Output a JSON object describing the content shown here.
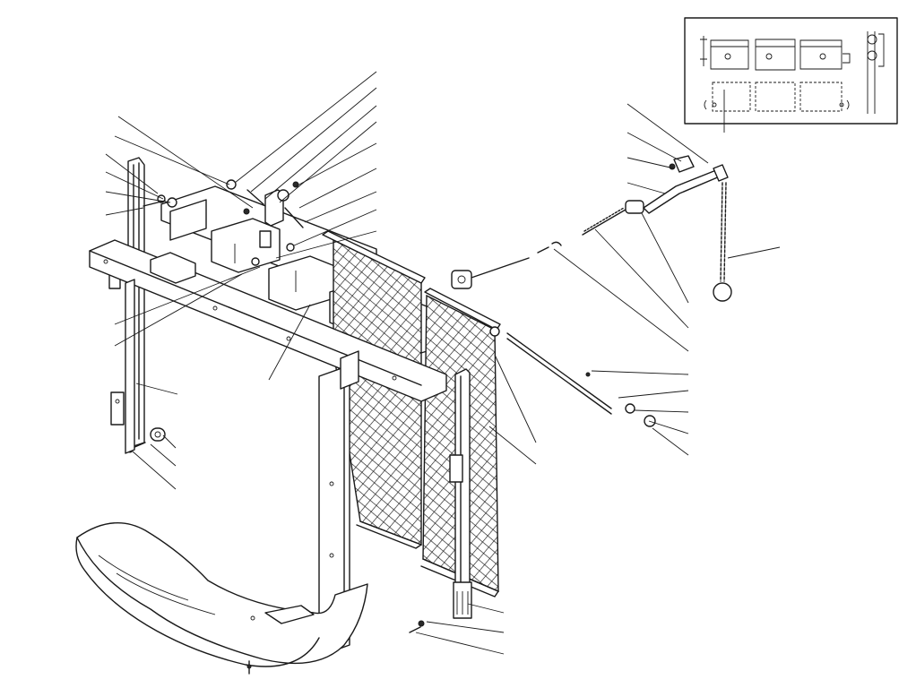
{
  "figure": {
    "kind": "exploded-view-parts-diagram",
    "labels": []
  },
  "parts": [
    {
      "name": "radiator-shutter-frame"
    },
    {
      "name": "left-shutter-screen"
    },
    {
      "name": "right-shutter-screen"
    },
    {
      "name": "top-cross-member"
    },
    {
      "name": "left-side-bracket"
    },
    {
      "name": "right-side-bracket"
    },
    {
      "name": "louver-blade-assembly"
    },
    {
      "name": "control-rod"
    },
    {
      "name": "control-lever"
    },
    {
      "name": "pull-chain"
    },
    {
      "name": "pull-knob"
    },
    {
      "name": "frame-support-rail"
    },
    {
      "name": "inset-shutter-detail"
    }
  ],
  "colors": {
    "ink": "#1a1a1a",
    "paper": "#ffffff"
  }
}
